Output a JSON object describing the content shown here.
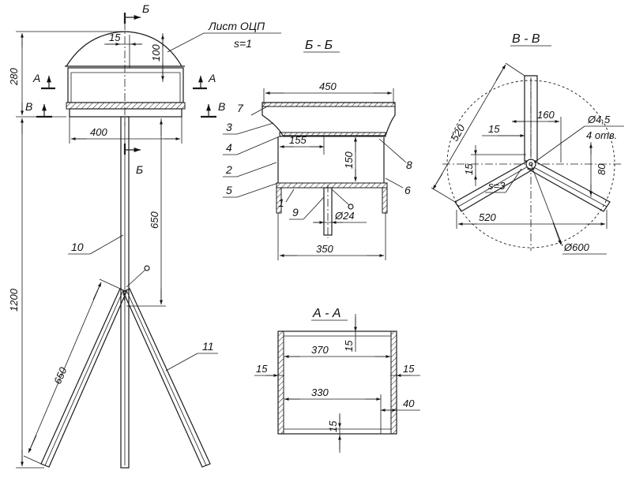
{
  "main": {
    "material": "Лист ОЦП",
    "thickness": "s=1",
    "section_b": "Б",
    "section_a": "А",
    "section_v": "В",
    "dim_15": "15",
    "dim_100": "100",
    "dim_280": "280",
    "dim_400": "400",
    "dim_650": "650",
    "dim_1200": "1200",
    "dim_650_leg": "650",
    "part_10": "10",
    "part_11": "11"
  },
  "section_bb": {
    "title": "Б - Б",
    "dim_450": "450",
    "dim_155": "155",
    "dim_150": "150",
    "dim_350": "350",
    "dim_d24": "Ø24",
    "parts": [
      "7",
      "3",
      "4",
      "2",
      "5",
      "1",
      "9",
      "8",
      "6"
    ]
  },
  "section_vv": {
    "title": "В - В",
    "dim_520_top": "520",
    "dim_160": "160",
    "dim_d45": "Ø4,5",
    "holes": "4 отв.",
    "dim_15_a": "15",
    "dim_15_b": "15",
    "dim_80": "80",
    "thickness": "s=3",
    "dim_520_bottom": "520",
    "dim_d600": "Ø600"
  },
  "section_aa": {
    "title": "А - А",
    "dim_370": "370",
    "dim_15_top": "15",
    "dim_15_left": "15",
    "dim_15_right": "15",
    "dim_330": "330",
    "dim_40": "40",
    "dim_15_bottom": "15"
  }
}
